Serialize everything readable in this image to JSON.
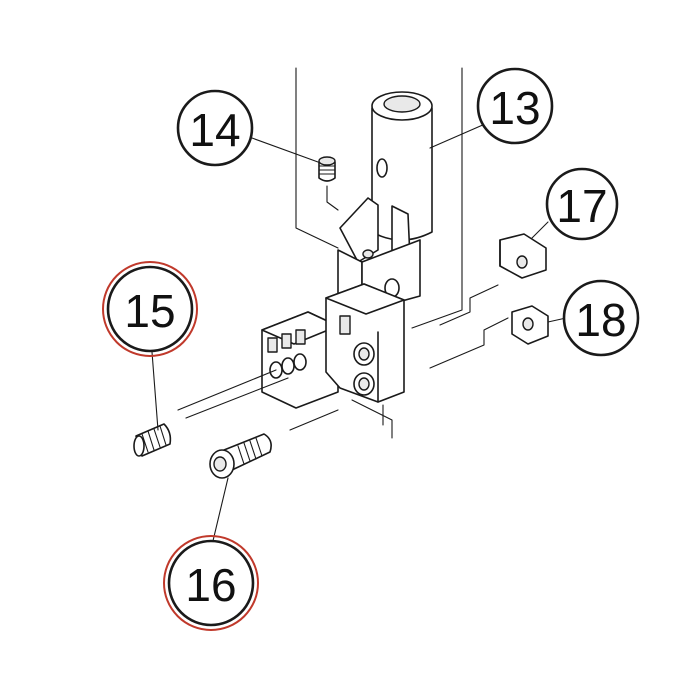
{
  "diagram": {
    "callouts": [
      {
        "id": "13",
        "label": "13",
        "highlighted": false
      },
      {
        "id": "14",
        "label": "14",
        "highlighted": false
      },
      {
        "id": "15",
        "label": "15",
        "highlighted": true
      },
      {
        "id": "16",
        "label": "16",
        "highlighted": true
      },
      {
        "id": "17",
        "label": "17",
        "highlighted": false
      },
      {
        "id": "18",
        "label": "18",
        "highlighted": false
      }
    ],
    "colors": {
      "line": "#1a1a1a",
      "highlight_ring": "#c0392b",
      "background": "#ffffff"
    }
  }
}
